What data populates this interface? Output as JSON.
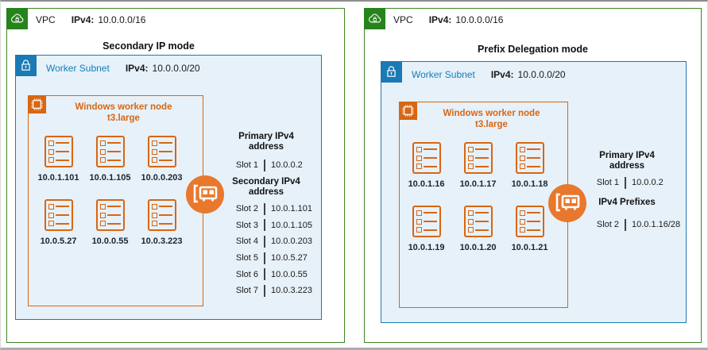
{
  "colors": {
    "vpc_icon_green": "#27831B",
    "panel_border_green": "#3F8624",
    "subnet_blue": "#1B7AB5",
    "subnet_fill": "#E7F1F9",
    "node_orange": "#D86613",
    "nic_circle_orange": "#E8782D",
    "text_dark": "#1A2433"
  },
  "left_panel": {
    "vpc_label": "VPC",
    "ipv4_label": "IPv4:",
    "vpc_cidr": "10.0.0.0/16",
    "mode_title": "Secondary IP mode",
    "subnet": {
      "label": "Worker Subnet",
      "ipv4_label": "IPv4:",
      "cidr": "10.0.0.0/20"
    },
    "node": {
      "title": "Windows worker node",
      "instance_type": "t3.large",
      "ips": [
        "10.0.1.101",
        "10.0.1.105",
        "10.0.0.203",
        "10.0.5.27",
        "10.0.0.55",
        "10.0.3.223"
      ]
    },
    "primary_heading": [
      "Primary IPv4",
      "address"
    ],
    "secondary_heading": [
      "Secondary IPv4",
      "address"
    ],
    "slots": [
      {
        "label": "Slot 1",
        "value": "10.0.0.2"
      },
      {
        "label": "Slot 2",
        "value": "10.0.1.101"
      },
      {
        "label": "Slot 3",
        "value": "10.0.1.105"
      },
      {
        "label": "Slot 4",
        "value": "10.0.0.203"
      },
      {
        "label": "Slot 5",
        "value": "10.0.5.27"
      },
      {
        "label": "Slot 6",
        "value": "10.0.0.55"
      },
      {
        "label": "Slot 7",
        "value": "10.0.3.223"
      }
    ]
  },
  "right_panel": {
    "vpc_label": "VPC",
    "ipv4_label": "IPv4:",
    "vpc_cidr": "10.0.0.0/16",
    "mode_title": "Prefix Delegation mode",
    "subnet": {
      "label": "Worker Subnet",
      "ipv4_label": "IPv4:",
      "cidr": "10.0.0.0/20"
    },
    "node": {
      "title": "Windows worker node",
      "instance_type": "t3.large",
      "ips": [
        "10.0.1.16",
        "10.0.1.17",
        "10.0.1.18",
        "10.0.1.19",
        "10.0.1.20",
        "10.0.1.21"
      ]
    },
    "primary_heading": [
      "Primary IPv4",
      "address"
    ],
    "prefixes_heading": "IPv4 Prefixes",
    "slots": [
      {
        "label": "Slot 1",
        "value": "10.0.0.2"
      },
      {
        "label": "Slot 2",
        "value": "10.0.1.16/28"
      }
    ]
  }
}
